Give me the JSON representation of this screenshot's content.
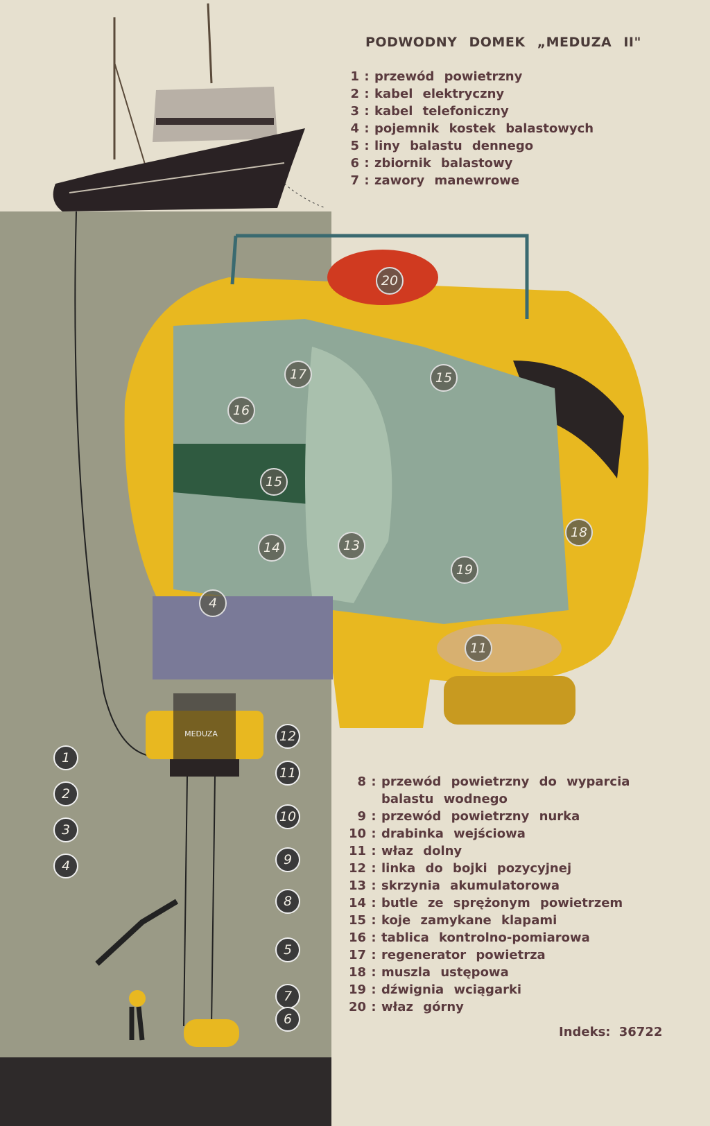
{
  "title": "PODWODNY DOMEK „MEDUZA II\"",
  "legend_top": [
    {
      "num": "1",
      "text": "przewód powietrzny"
    },
    {
      "num": "2",
      "text": "kabel elektryczny"
    },
    {
      "num": "3",
      "text": "kabel telefoniczny"
    },
    {
      "num": "4",
      "text": "pojemnik kostek balastowych"
    },
    {
      "num": "5",
      "text": "liny balastu dennego"
    },
    {
      "num": "6",
      "text": "zbiornik balastowy"
    },
    {
      "num": "7",
      "text": "zawory manewrowe"
    }
  ],
  "legend_bottom": [
    {
      "num": "8",
      "text": "przewód powietrzny do wyparcia",
      "text2": "balastu wodnego"
    },
    {
      "num": "9",
      "text": "przewód powietrzny nurka"
    },
    {
      "num": "10",
      "text": "drabinka wejściowa"
    },
    {
      "num": "11",
      "text": "właz dolny"
    },
    {
      "num": "12",
      "text": "linka do bojki pozycyjnej"
    },
    {
      "num": "13",
      "text": "skrzynia akumulatorowa"
    },
    {
      "num": "14",
      "text": "butle ze sprężonym powietrzem"
    },
    {
      "num": "15",
      "text": "koje zamykane klapami"
    },
    {
      "num": "16",
      "text": "tablica kontrolno-pomiarowa"
    },
    {
      "num": "17",
      "text": "regenerator powietrza"
    },
    {
      "num": "18",
      "text": "muszla ustępowa"
    },
    {
      "num": "19",
      "text": "dźwignia wciągarki"
    },
    {
      "num": "20",
      "text": "właz górny"
    }
  ],
  "separator": ":",
  "index": "Indeks: 36722",
  "small_house_label": "MEDUZA",
  "callouts_outside": [
    "1",
    "2",
    "3",
    "4",
    "12",
    "11",
    "10",
    "9",
    "8",
    "5",
    "7",
    "6"
  ],
  "callouts_inside": [
    "20",
    "17",
    "16",
    "15",
    "15",
    "14",
    "13",
    "18",
    "19",
    "4",
    "11"
  ],
  "colors": {
    "paper": "#e6e0cf",
    "water": "#9a9a86",
    "seabed": "#2e2a2a",
    "hull": "#e8b820",
    "text": "#5a3a3e"
  }
}
